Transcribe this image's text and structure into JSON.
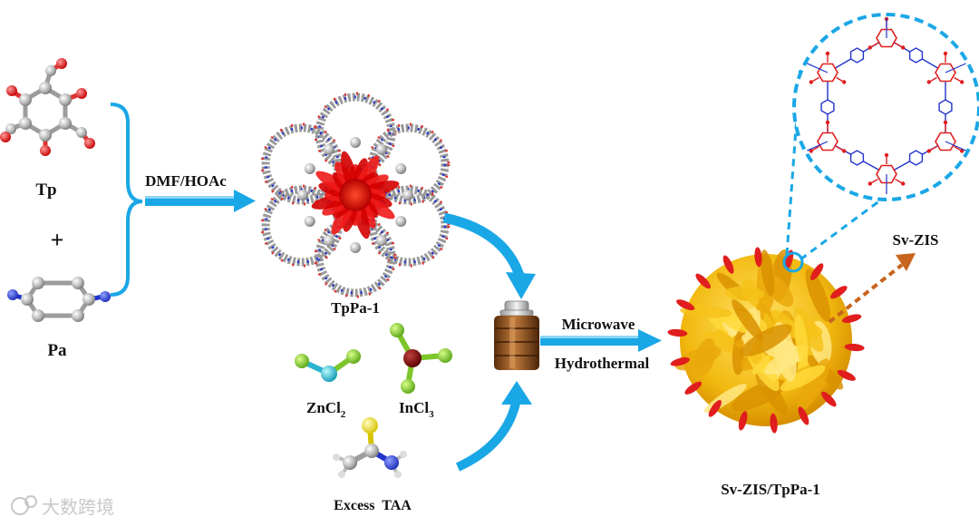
{
  "labels": {
    "tp": "Tp",
    "plus": "+",
    "pa": "Pa",
    "dmf": "DMF/HOAc",
    "tppa": "TpPa-1",
    "zncl2_main": "ZnCl",
    "zncl2_sub": "2",
    "incl3_main": "InCl",
    "incl3_sub": "3",
    "excess": "Excess  TAA",
    "microwave": "Microwave",
    "hydrothermal": "Hydrothermal",
    "svzis": "Sv-ZIS",
    "product": "Sv-ZIS/TpPa-1",
    "watermark": "大数跨境"
  },
  "colors": {
    "arrow_blue": "#1aa7e6",
    "arrow_orange": "#c8641e",
    "dashed_blue": "#1aa7e6",
    "ring_red": "#e01e1e",
    "ring_blue": "#2233cc",
    "cluster_yellow": "#f6c21a",
    "autoclave_brown": "#8a4a1e"
  }
}
